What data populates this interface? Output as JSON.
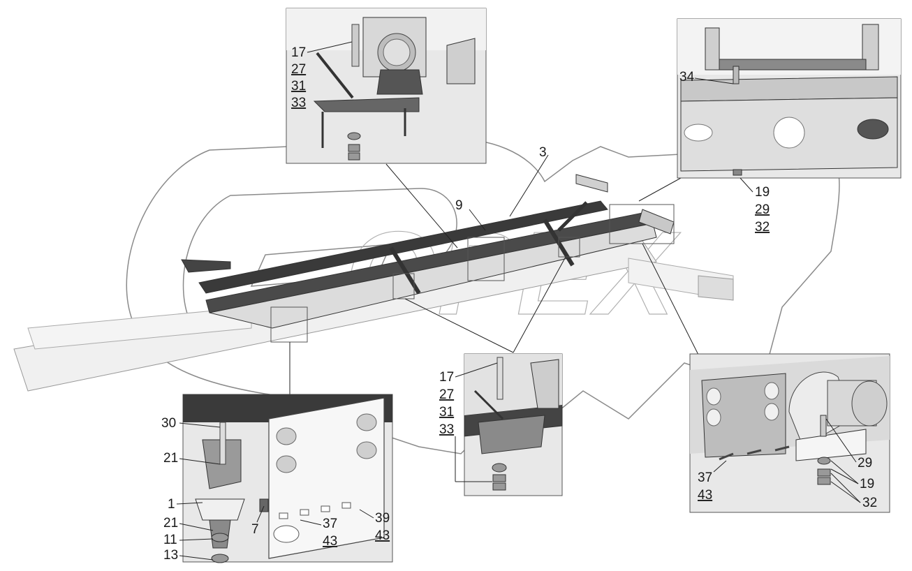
{
  "watermark": "OPEX",
  "colors": {
    "frame_dark": "#3a3a3a",
    "frame_light": "#e6e6e6",
    "inset_bg": "#e8e8e8",
    "watermark_stroke": "#8a8a8a"
  },
  "main": {
    "labels": {
      "rail": "3",
      "cross_member": "9"
    }
  },
  "insets": {
    "top_left": {
      "labels": [
        "17",
        "27",
        "31",
        "33"
      ]
    },
    "top_right": {
      "labels": [
        "34"
      ],
      "side_labels": [
        "19",
        "29",
        "32"
      ]
    },
    "bottom_left": {
      "labels_left": [
        "30",
        "21",
        "1",
        "21",
        "11",
        "13"
      ],
      "labels_mid": [
        "7",
        "37",
        "43"
      ],
      "labels_right": [
        "39",
        "43"
      ]
    },
    "bottom_center": {
      "labels": [
        "17",
        "27",
        "31",
        "33"
      ]
    },
    "bottom_right": {
      "labels_left": [
        "37",
        "43"
      ],
      "labels_right": [
        "29",
        "19",
        "32"
      ]
    }
  }
}
